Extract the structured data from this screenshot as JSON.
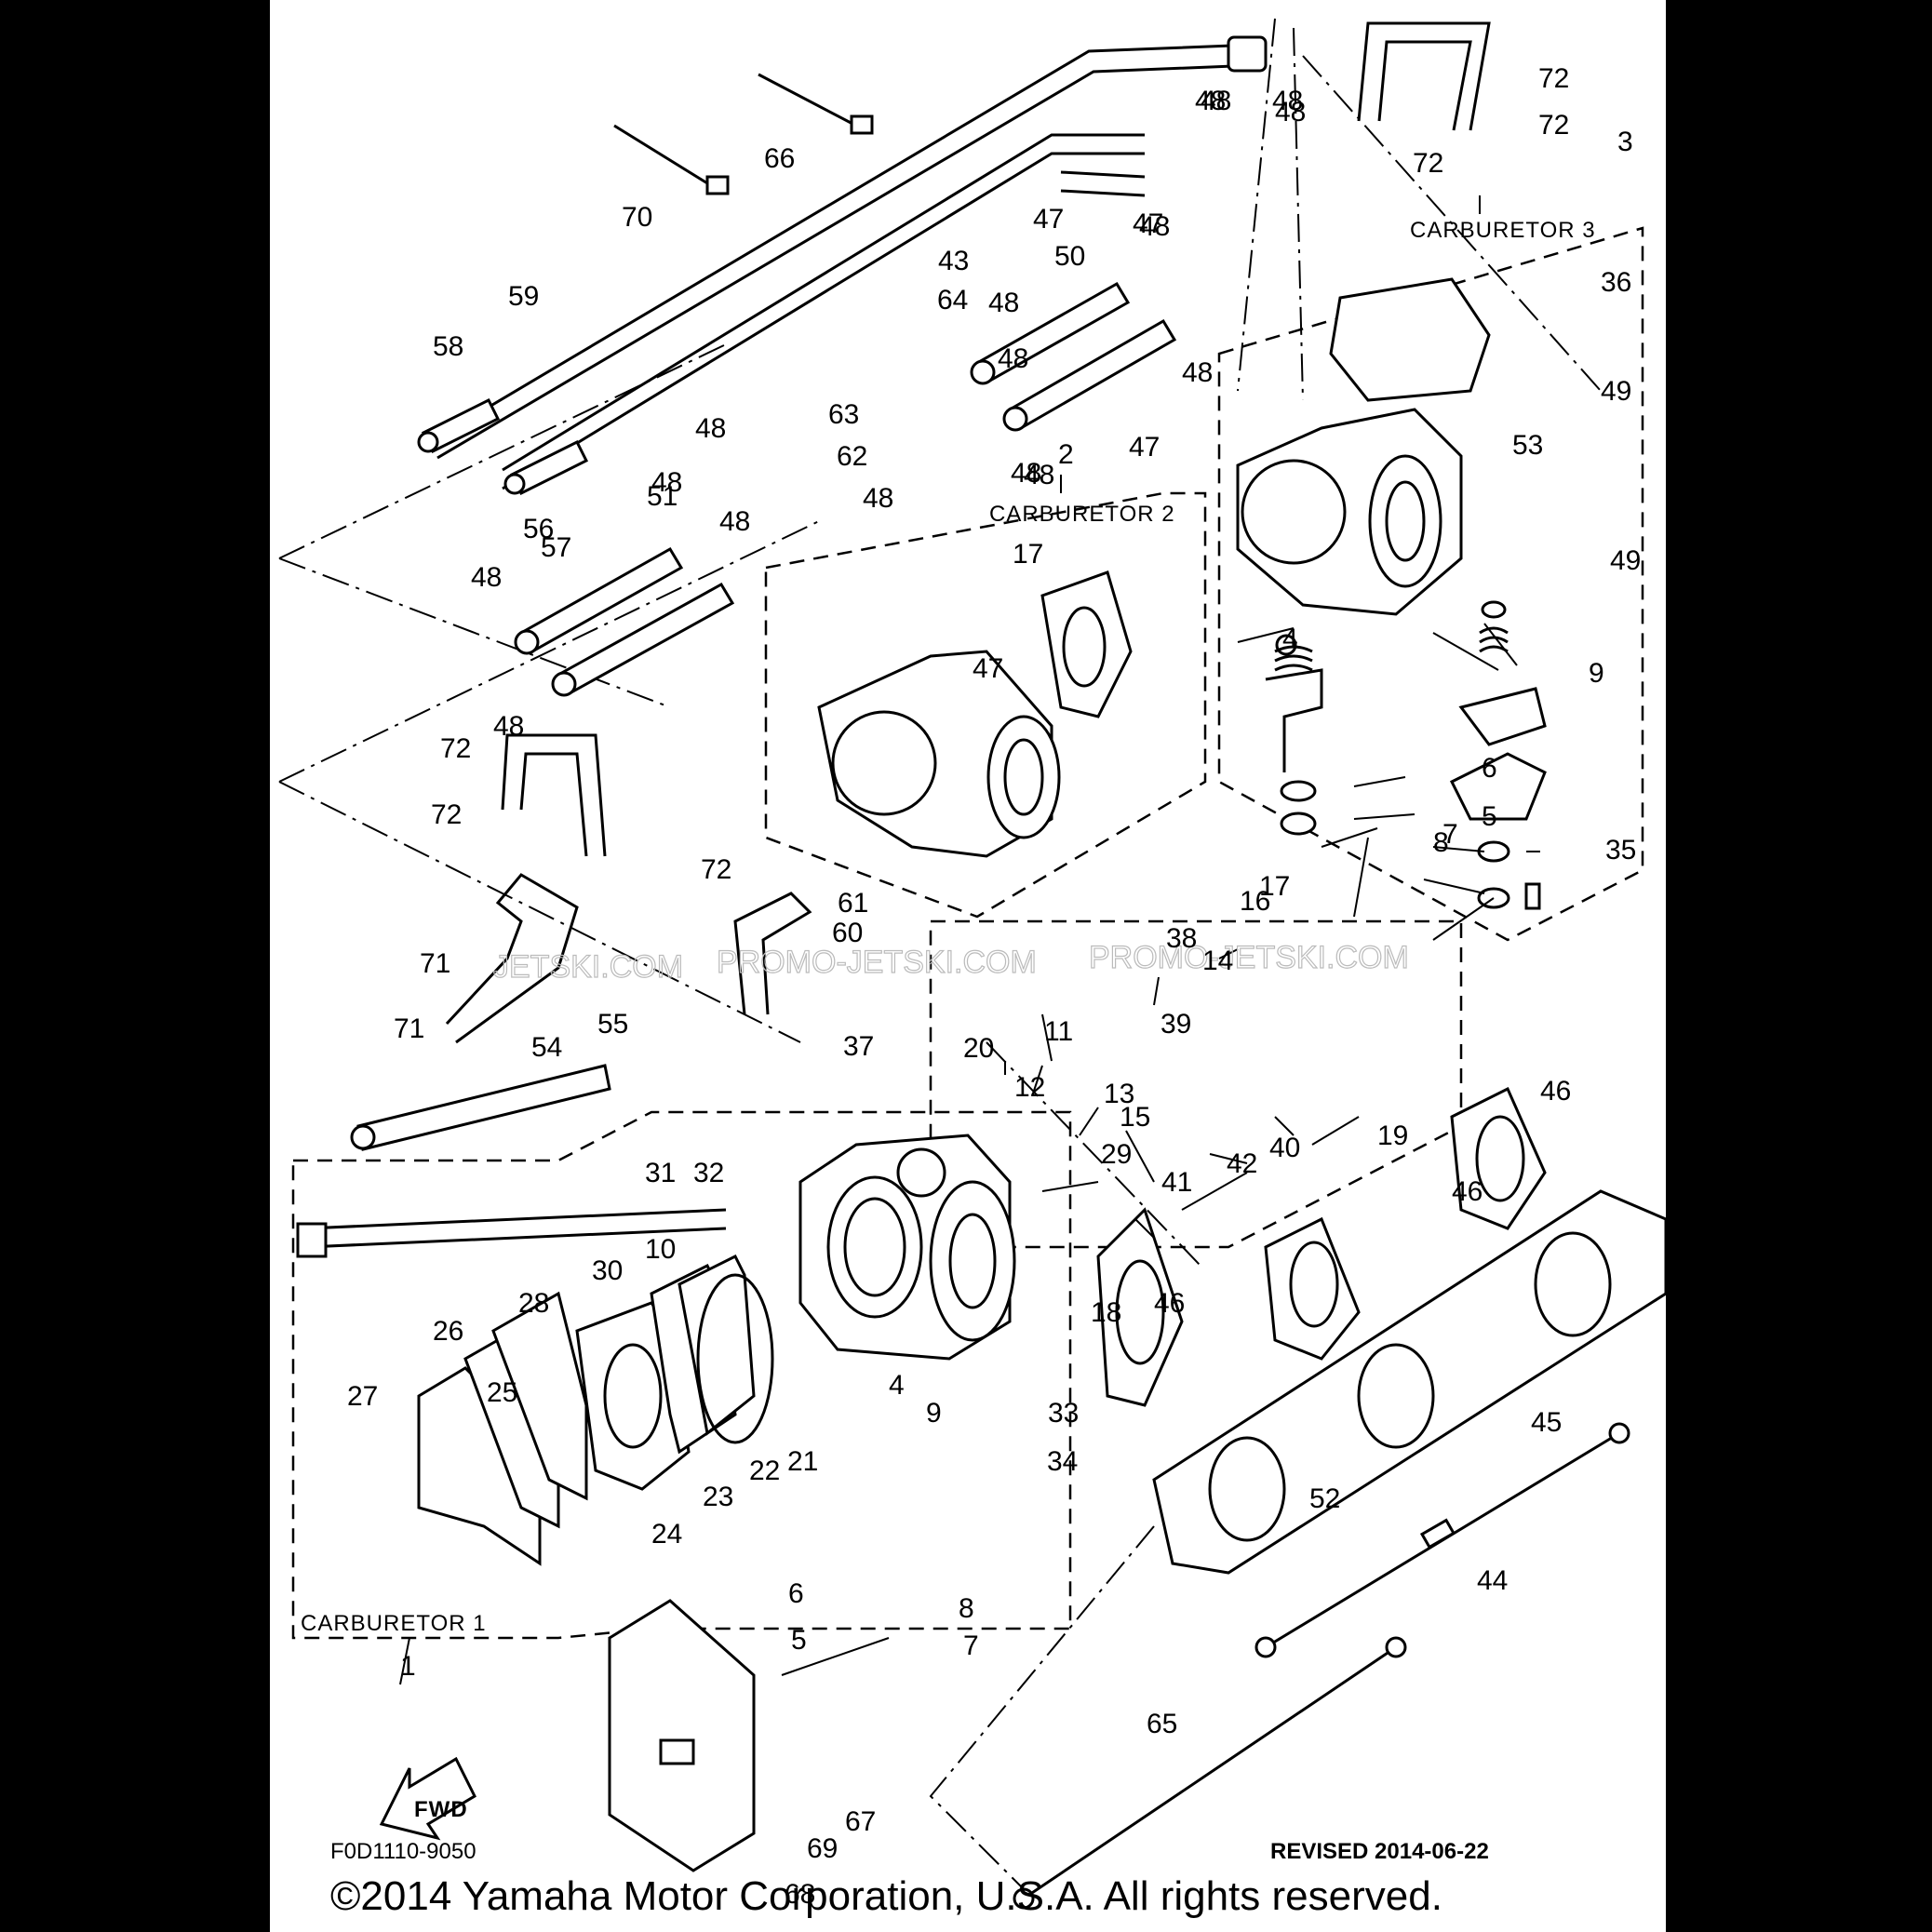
{
  "groups": {
    "carb1": "CARBURETOR 1",
    "carb2": "CARBURETOR 2",
    "carb3": "CARBURETOR 3",
    "fwd": "FWD"
  },
  "watermark": {
    "left": "JETSKI.COM",
    "center": "PROMO-JETSKI.COM",
    "right": "PROMO-JETSKI.COM"
  },
  "footer": {
    "code": "F0D1110-9050",
    "revised": "REVISED 2014-06-22",
    "copyright": "©2014 Yamaha Motor Corporation, U.S.A. All rights reserved."
  },
  "callouts": [
    "1",
    "2",
    "3",
    "4",
    "4",
    "5",
    "5",
    "6",
    "6",
    "7",
    "7",
    "8",
    "8",
    "9",
    "9",
    "10",
    "11",
    "12",
    "13",
    "14",
    "15",
    "16",
    "17",
    "17",
    "18",
    "19",
    "20",
    "21",
    "22",
    "23",
    "24",
    "25",
    "26",
    "27",
    "28",
    "29",
    "30",
    "31",
    "32",
    "33",
    "34",
    "35",
    "36",
    "37",
    "38",
    "39",
    "40",
    "41",
    "42",
    "43",
    "44",
    "45",
    "46",
    "46",
    "46",
    "47",
    "47",
    "47",
    "47",
    "48",
    "48",
    "48",
    "48",
    "48",
    "48",
    "48",
    "48",
    "48",
    "48",
    "48",
    "48",
    "48",
    "48",
    "48",
    "48",
    "49",
    "49",
    "50",
    "51",
    "52",
    "53",
    "54",
    "55",
    "56",
    "57",
    "58",
    "59",
    "60",
    "61",
    "62",
    "63",
    "64",
    "65",
    "66",
    "67",
    "68",
    "69",
    "70",
    "71",
    "71",
    "72",
    "72",
    "72",
    "72",
    "72",
    "72"
  ]
}
